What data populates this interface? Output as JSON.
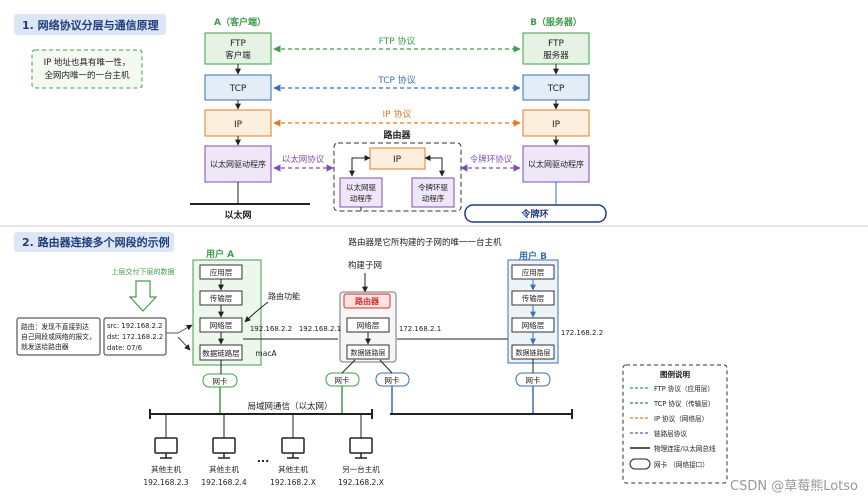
{
  "section1": {
    "title": "1. 网络协议分层与通信原理",
    "note_line1": "IP 地址也具有唯一性，",
    "note_line2": "全网内唯一的一台主机",
    "host_a_label": "A（客户端）",
    "host_b_label": "B（服务器）",
    "ftp_a_line1": "FTP",
    "ftp_a_line2": "客户端",
    "ftp_b_line1": "FTP",
    "ftp_b_line2": "服务器",
    "tcp": "TCP",
    "ip": "IP",
    "eth_driver": "以太网驱动程序",
    "token_driver": "以太网驱动程序",
    "ftp_protocol": "FTP 协议",
    "tcp_protocol": "TCP 协议",
    "ip_protocol": "IP 协议",
    "eth_protocol": "以太网协议",
    "token_protocol": "令牌环协议",
    "router_title": "路由器",
    "router_ip": "IP",
    "router_eth_line1": "以太网驱",
    "router_eth_line2": "动程序",
    "router_token_line1": "令牌环驱",
    "router_token_line2": "动程序",
    "ethernet_label": "以太网",
    "token_ring_label": "令牌环"
  },
  "section2": {
    "title": "2. 路由器连接多个网段的示例",
    "subtitle": "路由器是它所构建的子网的唯一一台主机",
    "user_a": "用户 A",
    "user_b": "用户 B",
    "layer_app": "应用层",
    "layer_transport": "传输层",
    "layer_network": "网络层",
    "layer_datalink": "数据链路层",
    "nic": "网卡",
    "deliver_up": "上层交付下层的数据",
    "route_note_line1": "路由：发现不直接到达",
    "route_note_line2": "自己网段或网络的报文，",
    "route_note_line3": "就发送给路由器",
    "packet_src": "src: 192.168.2.2",
    "packet_dst": "dst: 172.168.2.2",
    "packet_date": "date: 07/6",
    "routing_function": "路由功能",
    "build_subnet": "构建子网",
    "router": "路由器",
    "ip_a_side": "192.168.2.2",
    "ip_router_left": "192.168.2.1",
    "ip_router_right": "172.168.2.1",
    "ip_b_side": "172.168.2.2",
    "mac_a": "macA",
    "lan_label": "局域网通信（以太网）",
    "hosts": [
      {
        "name": "其他主机",
        "ip": "192.168.2.3"
      },
      {
        "name": "其他主机",
        "ip": "192.168.2.4"
      },
      {
        "name": "其他主机",
        "ip": "192.168.2.X"
      },
      {
        "name": "另一台主机",
        "ip": "192.168.2.X"
      }
    ],
    "ellipsis": "...",
    "legend": {
      "title": "图例说明",
      "ftp": "FTP 协议（应用层）",
      "tcp": "TCP 协议（传输层）",
      "ip": "IP 协议（网络层）",
      "link": "链路层协议",
      "physical": "物理连接/以太网总线",
      "nic": "网卡 （网络接口）"
    }
  },
  "watermark": "CSDN @草莓熊Lotso",
  "colors": {
    "green": "#3f9d4a",
    "blue": "#3a6fb5",
    "orange": "#e57c1f",
    "purple": "#7b4fb3",
    "title_bg": "#dce6f4",
    "title_fg": "#1f3d7a"
  }
}
